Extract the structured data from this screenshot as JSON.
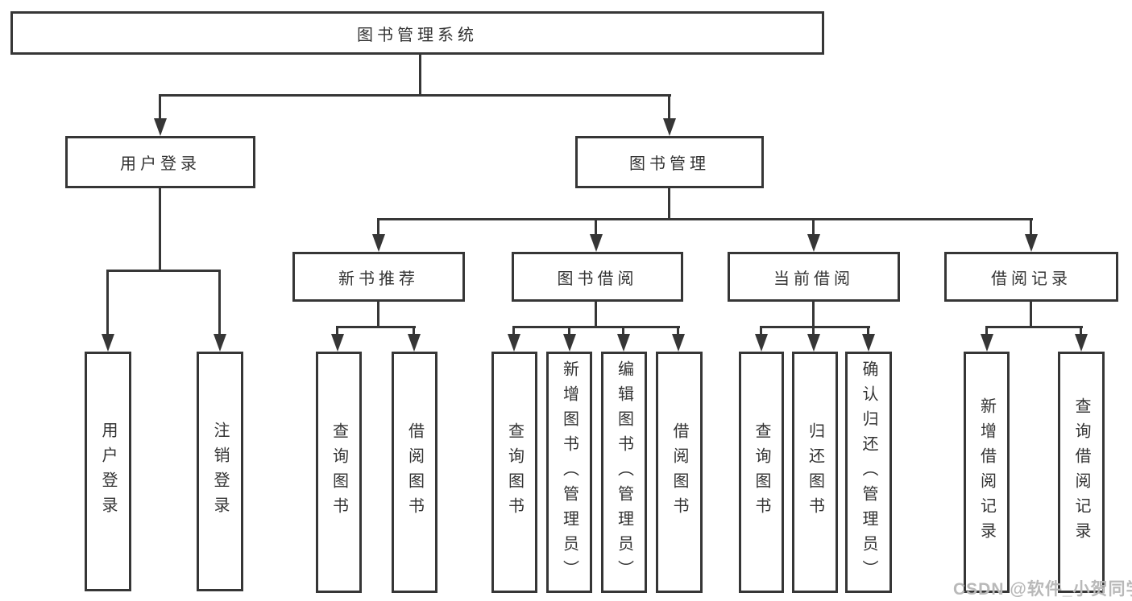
{
  "diagram": {
    "title": "图书管理系统",
    "level2": [
      {
        "label": "用户登录"
      },
      {
        "label": "图书管理"
      }
    ],
    "level3": [
      {
        "label": "新书推荐"
      },
      {
        "label": "图书借阅"
      },
      {
        "label": "当前借阅"
      },
      {
        "label": "借阅记录"
      }
    ],
    "leaves": {
      "user_login": [
        {
          "label": "用户登录"
        },
        {
          "label": "注销登录"
        }
      ],
      "new_book_recommend": [
        {
          "label": "查询图书"
        },
        {
          "label": "借阅图书"
        }
      ],
      "book_borrow": [
        {
          "label": "查询图书"
        },
        {
          "label": "新增图书（管理员）"
        },
        {
          "label": "编辑图书（管理员）"
        },
        {
          "label": "借阅图书"
        }
      ],
      "current_borrow": [
        {
          "label": "查询图书"
        },
        {
          "label": "归还图书"
        },
        {
          "label": "确认归还（管理员）"
        }
      ],
      "borrow_record": [
        {
          "label": "新增借阅记录"
        },
        {
          "label": "查询借阅记录"
        }
      ]
    },
    "watermark": "CSDN @软件_小贺同学",
    "colors": {
      "line": "#363636",
      "text": "#333333",
      "watermark": "#b9b9b9",
      "background": "#ffffff"
    }
  }
}
